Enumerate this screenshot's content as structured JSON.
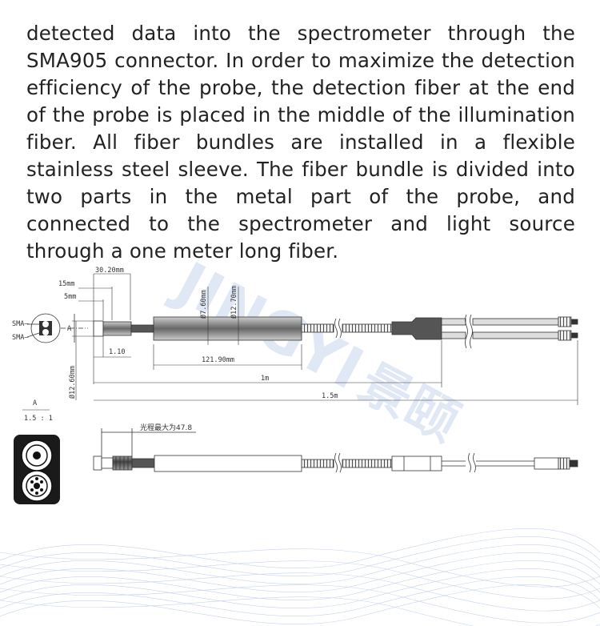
{
  "paragraph": "detected data into the spectrometer through the SMA905 connector. In order to maximize the detection efficiency of the probe, the detection fiber at the end of the probe is placed in the middle of the illumination fiber. All fiber bundles are installed in a flexible stainless steel sleeve. The fiber bundle is divided into two parts in the metal part of the probe, and connected to the spectrometer and light source through a one meter long fiber.",
  "drawing": {
    "dims": {
      "d30_20": "30.20mm",
      "d15": "15mm",
      "d5": "5mm",
      "d7_60": "Ø7.60mm",
      "d12_70": "Ø12.70mm",
      "d1_10": "1.10",
      "d121_90": "121.90mm",
      "d12_60": "Ø12.60mm",
      "d1m": "1m",
      "d1_5m": "1.5m",
      "path_max": "光程最大为47.8"
    },
    "labels": {
      "sma_top": "SMA—",
      "sma_bottom": "SMA—",
      "view_a": "A",
      "view_a_letter": "A",
      "scale": "1.5 : 1"
    },
    "watermark": {
      "latin": "JINGYI",
      "chinese": "景颐"
    }
  },
  "colors": {
    "text": "#222222",
    "line": "#333333",
    "watermark": "#c9d6ee",
    "wave": "#b7c8e6"
  }
}
